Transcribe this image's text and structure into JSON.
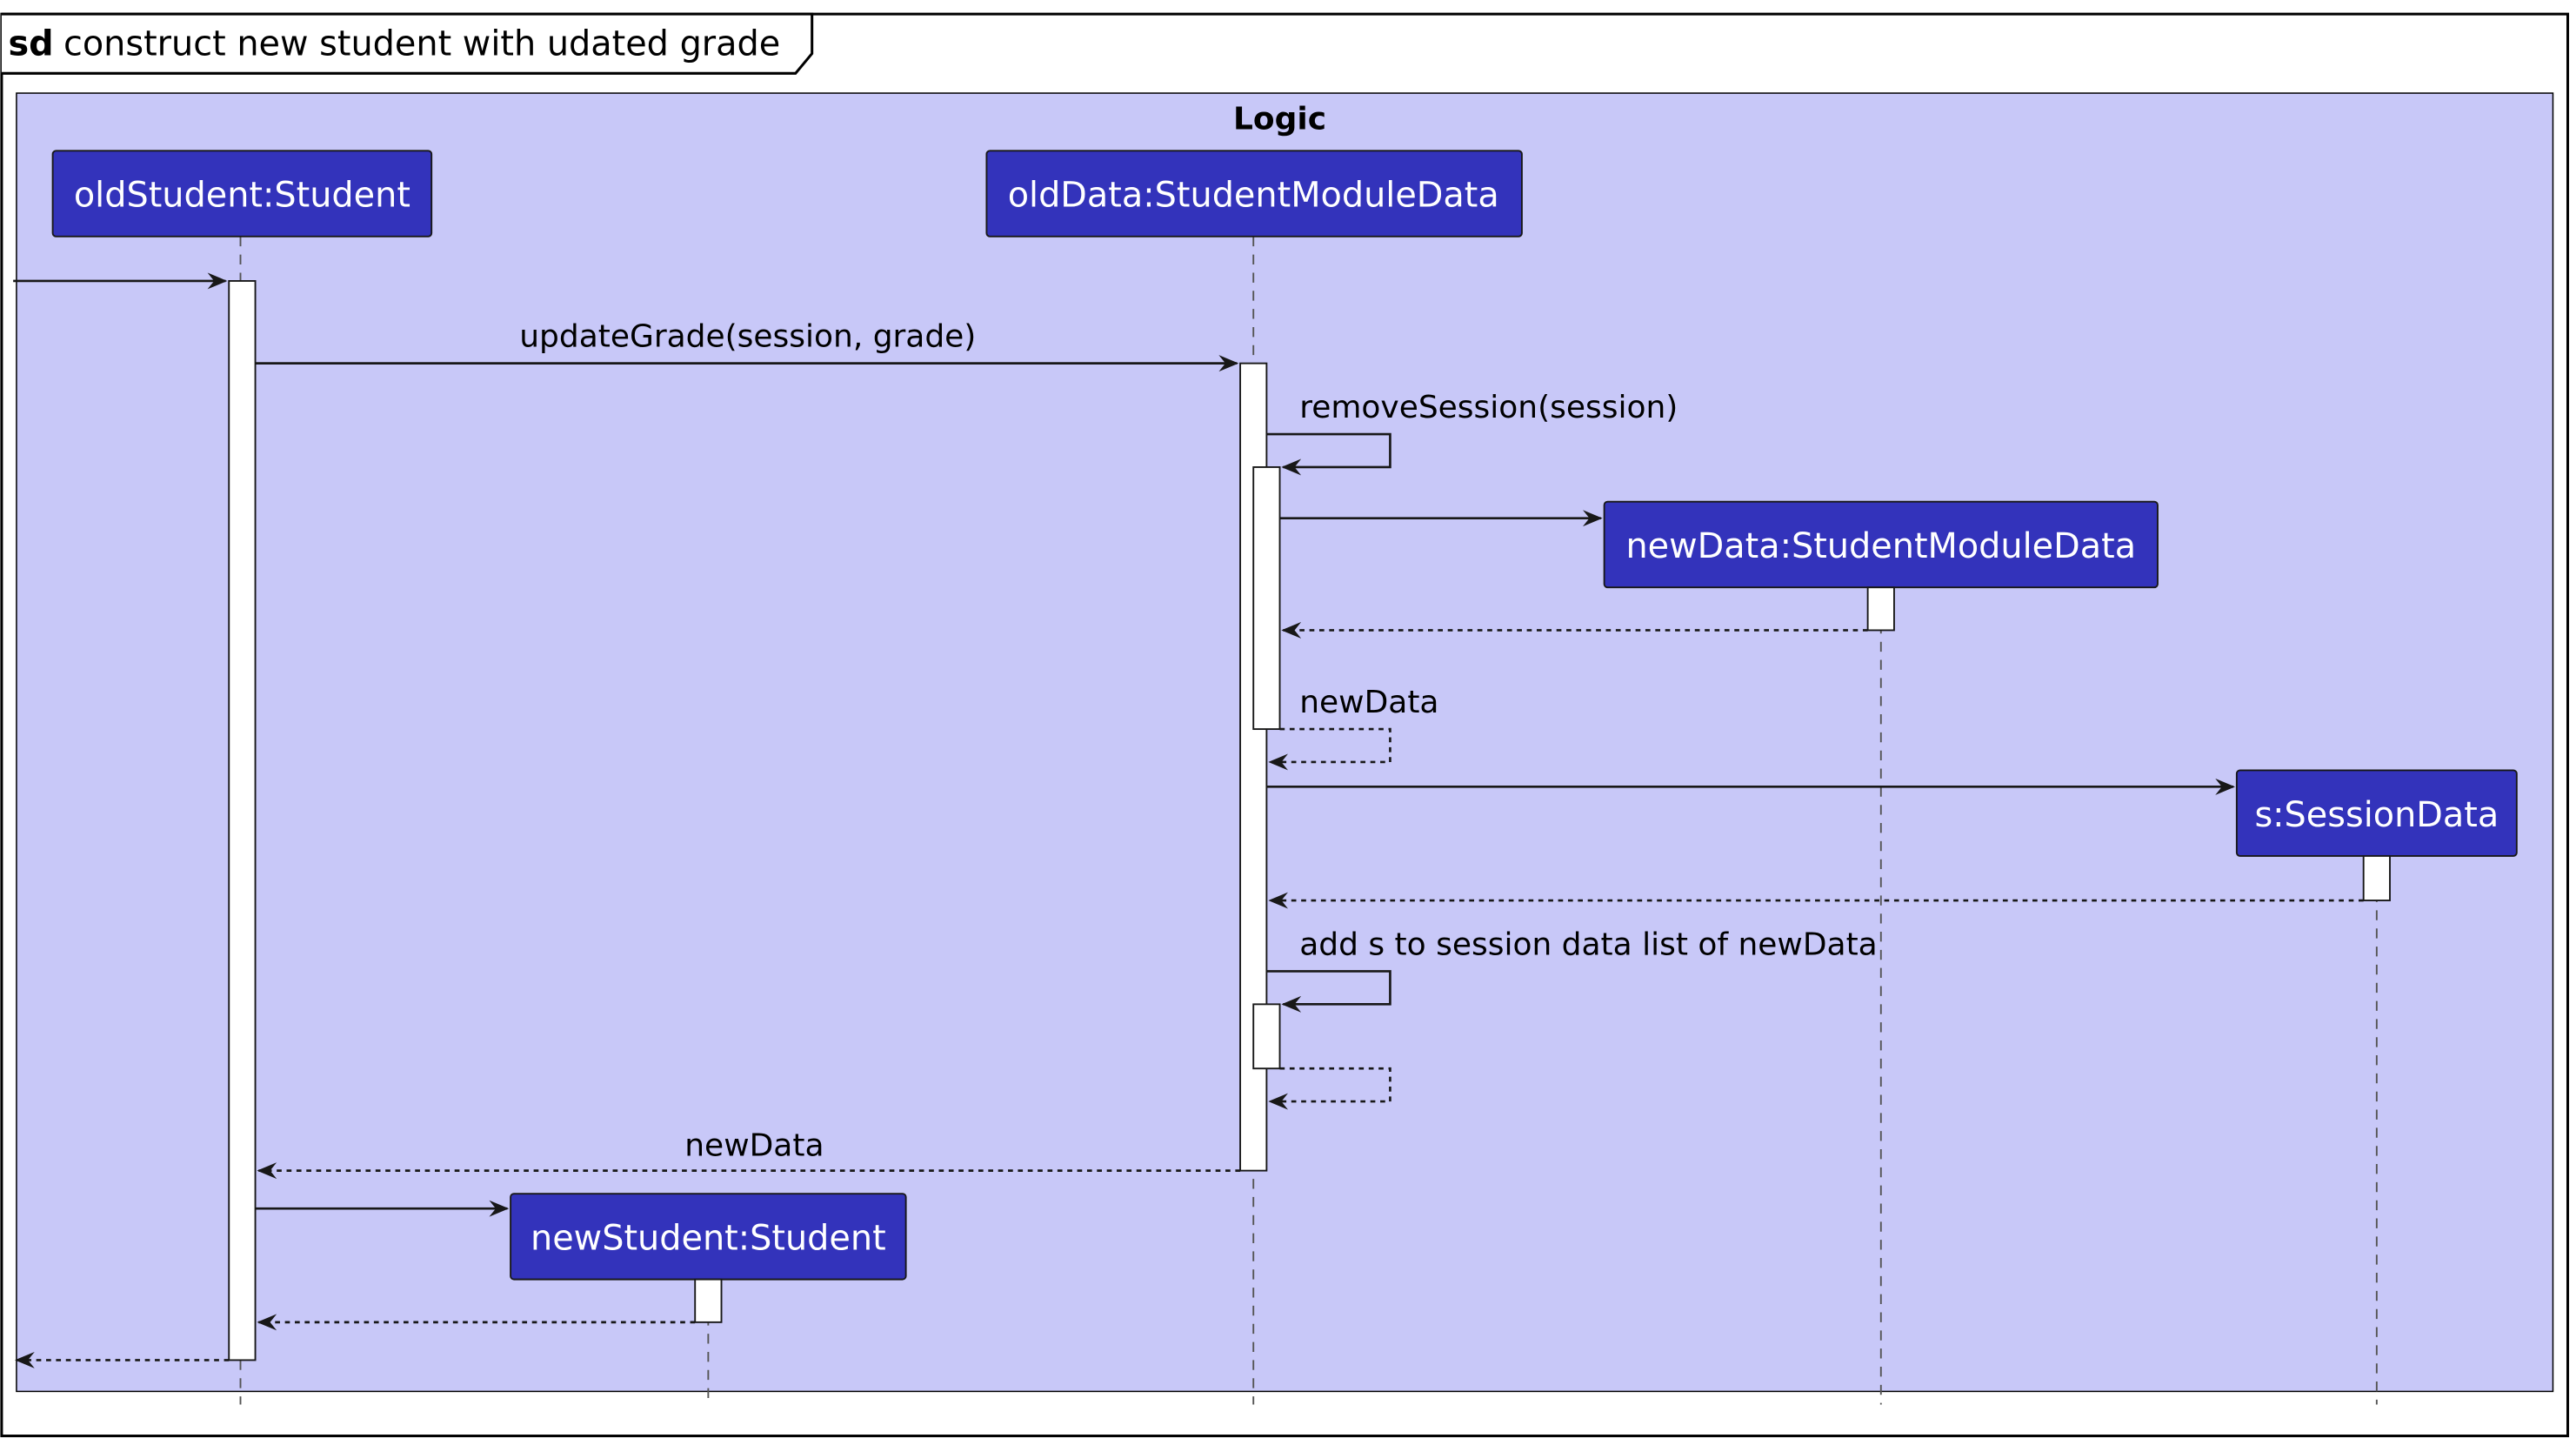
{
  "frame": {
    "keyword": "sd",
    "title": "construct new student with udated grade"
  },
  "group": {
    "label": "Logic"
  },
  "participants": {
    "oldStudent": "oldStudent:Student",
    "oldData": "oldData:StudentModuleData",
    "newData": "newData:StudentModuleData",
    "session": "s:SessionData",
    "newStudent": "newStudent:Student"
  },
  "messages": {
    "updateGrade": "updateGrade(session, grade)",
    "removeSession": "removeSession(session)",
    "returnNewData": "newData",
    "addSession": "add s to session data list of newData",
    "returnToStudent": "newData"
  },
  "colors": {
    "group_fill": "#C8C8F8",
    "participant_fill": "#3333BB",
    "participant_text": "#FFFFFF",
    "line": "#181818"
  }
}
